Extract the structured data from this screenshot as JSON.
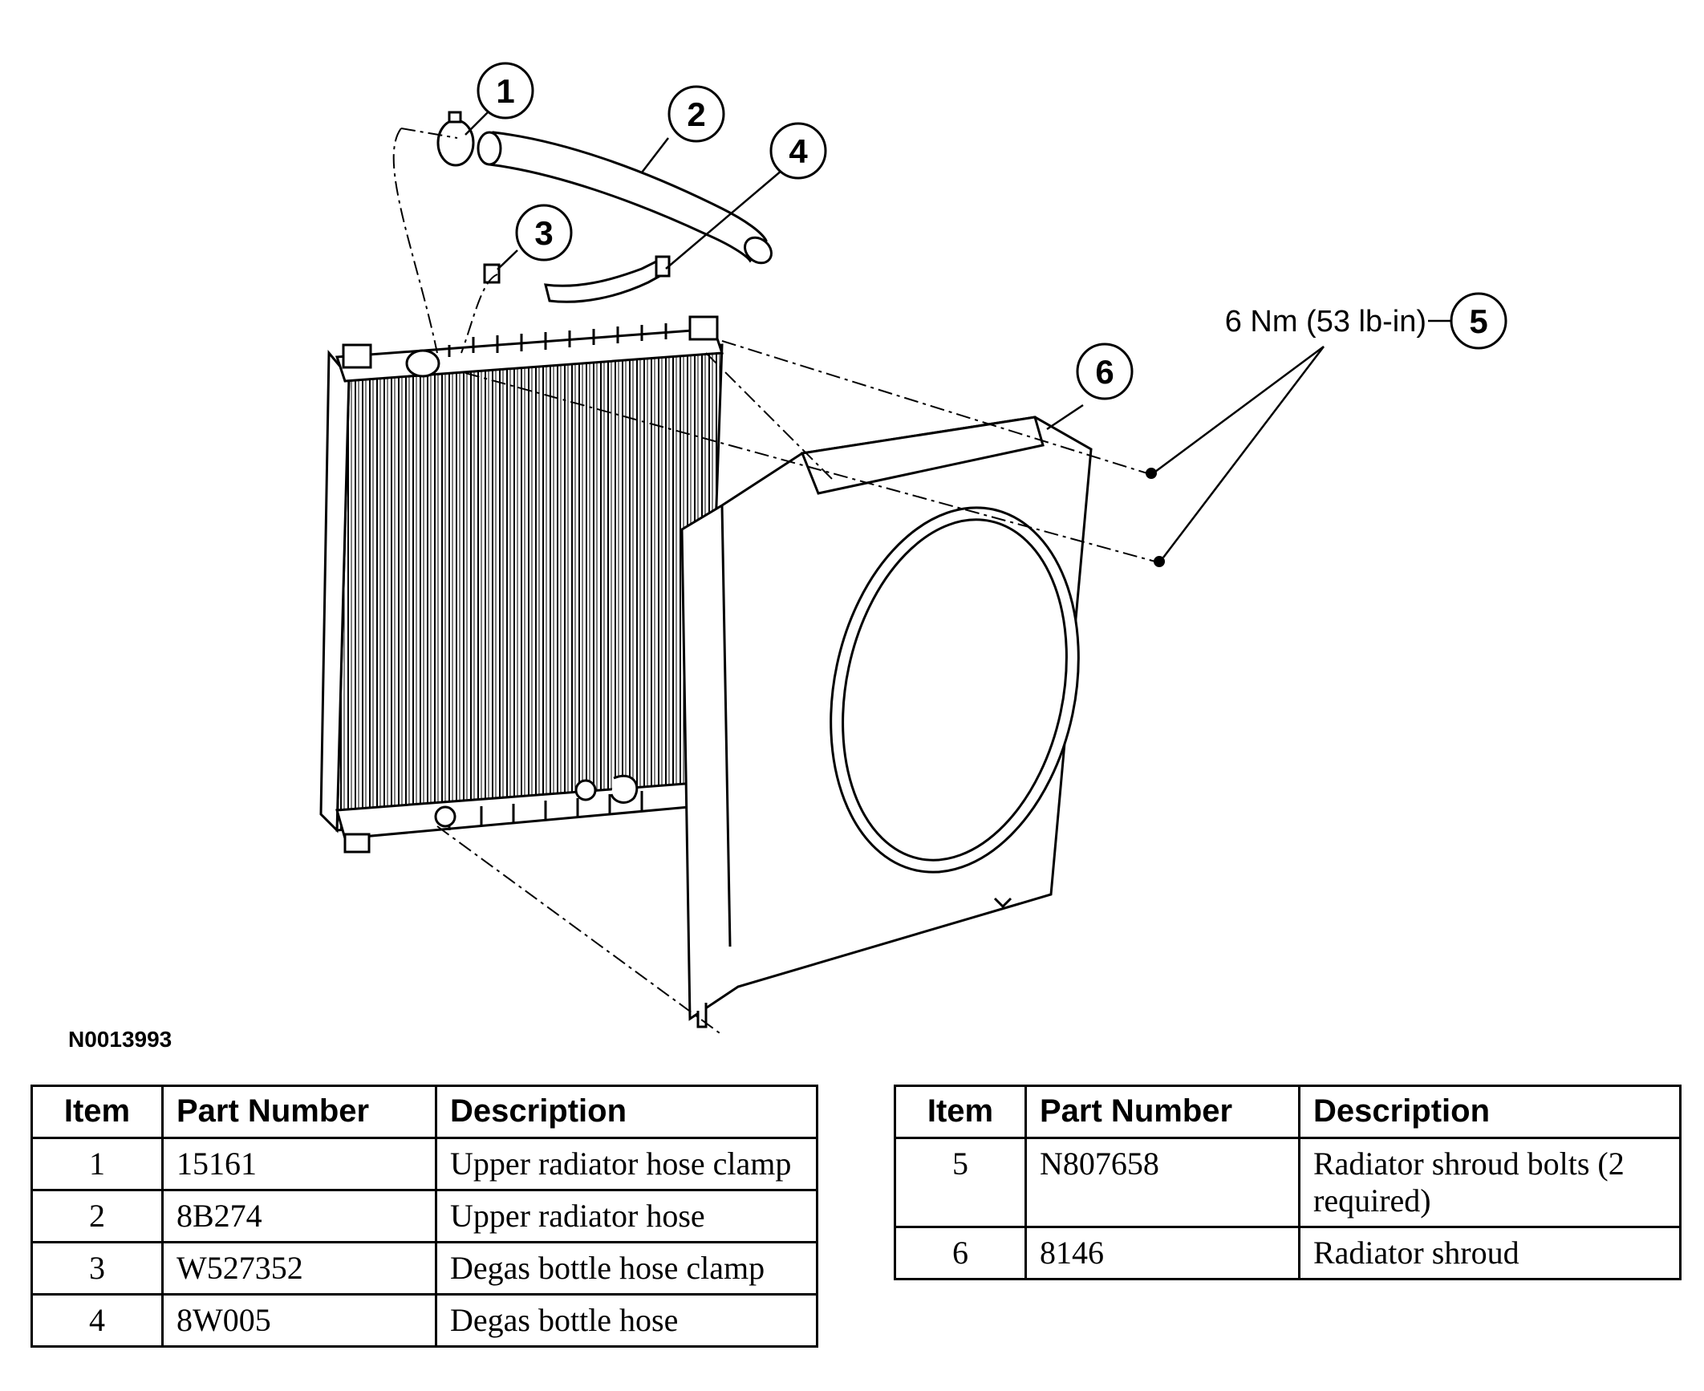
{
  "figure_id": "N0013993",
  "torque_spec": "6 Nm (53 lb-in)",
  "callouts": [
    "1",
    "2",
    "3",
    "4",
    "5",
    "6"
  ],
  "table_headers": {
    "item": "Item",
    "part_number": "Part Number",
    "description": "Description"
  },
  "parts_left": [
    {
      "item": "1",
      "part_number": "15161",
      "description": "Upper radiator hose clamp"
    },
    {
      "item": "2",
      "part_number": "8B274",
      "description": "Upper radiator hose"
    },
    {
      "item": "3",
      "part_number": "W527352",
      "description": "Degas bottle hose clamp"
    },
    {
      "item": "4",
      "part_number": "8W005",
      "description": "Degas bottle hose"
    }
  ],
  "parts_right": [
    {
      "item": "5",
      "part_number": "N807658",
      "description": "Radiator shroud bolts (2 required)"
    },
    {
      "item": "6",
      "part_number": "8146",
      "description": "Radiator shroud"
    }
  ]
}
